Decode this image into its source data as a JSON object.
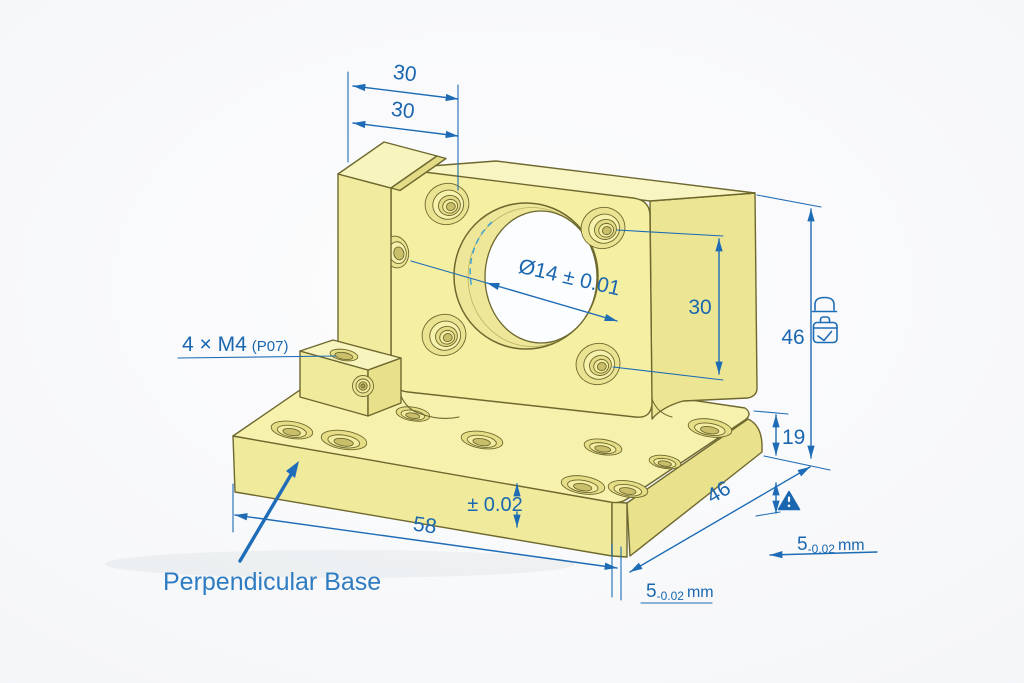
{
  "drawing": {
    "part_label": "Perpendicular Base",
    "dims": {
      "top_width_upper": "30",
      "top_width_lower": "30",
      "bore_diameter": "Ø14 ± 0.01",
      "face_hole_spacing": "30",
      "overall_height": "46",
      "base_corner_height": "19",
      "base_depth": "46",
      "base_length": "58",
      "parallelism_tolerance": "± 0.02"
    },
    "thread_note": {
      "main": "4 × M4",
      "ref": "(P07)"
    },
    "thickness_note": {
      "value": "5",
      "tolerance": "-0.02",
      "unit": "mm"
    },
    "icons": [
      "clamp-profile-icon",
      "toolbox-icon",
      "warning-triangle-icon"
    ],
    "colors": {
      "dimension_blue": "#1d6cb5",
      "label_blue": "#1a67b0",
      "callout_blue": "#2e7cc2",
      "part_face": "#f4efa3",
      "part_top": "#f9f5c2",
      "part_side": "#ece593",
      "part_outline": "#6e682f",
      "centerline_cyan": "#3fa3d3",
      "background": "#f4f5f8"
    }
  }
}
